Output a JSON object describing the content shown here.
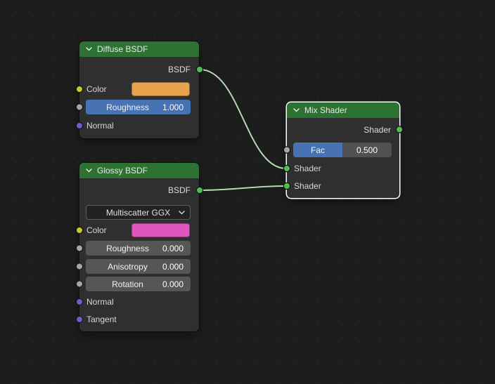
{
  "editor": {
    "type": "shader-node-editor"
  },
  "colors": {
    "background": "#1d1d1d",
    "node_bg": "#2f2f2f",
    "header_green": "#2d7233",
    "slider_blue": "#4772b3",
    "slider_gray": "#565656",
    "swatch_orange": "#e6a44f",
    "swatch_pink": "#e056c1",
    "socket_shader": "#4fbe58",
    "socket_color": "#c8c931",
    "socket_value": "#a5a5a5",
    "socket_vector": "#6461cc",
    "wire": "#b3dab1",
    "wire_casing": "#1a1a1a",
    "selection_outline": "#ffffff"
  },
  "icons": {
    "header_collapse": "chevron-down-icon",
    "dropdown_arrow": "chevron-down-icon"
  },
  "nodes": {
    "diffuse": {
      "title": "Diffuse BSDF",
      "output_label": "BSDF",
      "color_label": "Color",
      "roughness_label": "Roughness",
      "roughness_value": "1.000",
      "normal_label": "Normal"
    },
    "glossy": {
      "title": "Glossy BSDF",
      "output_label": "BSDF",
      "distribution_value": "Multiscatter GGX",
      "color_label": "Color",
      "sliders": [
        {
          "label": "Roughness",
          "value": "0.000"
        },
        {
          "label": "Anisotropy",
          "value": "0.000"
        },
        {
          "label": "Rotation",
          "value": "0.000"
        }
      ],
      "normal_label": "Normal",
      "tangent_label": "Tangent"
    },
    "mix": {
      "title": "Mix Shader",
      "output_label": "Shader",
      "fac_label": "Fac",
      "fac_value": "0.500",
      "fac_fill": "50%",
      "input1_label": "Shader",
      "input2_label": "Shader"
    }
  }
}
